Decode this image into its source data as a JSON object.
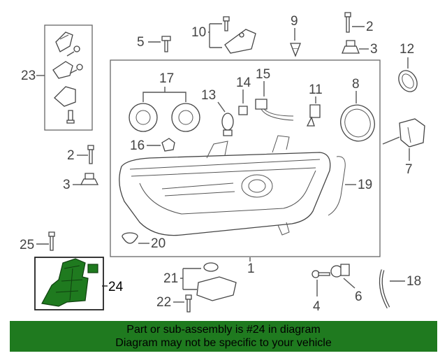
{
  "callouts": {
    "c1": "1",
    "c2a": "2",
    "c2b": "2",
    "c3a": "3",
    "c3b": "3",
    "c4": "4",
    "c5": "5",
    "c6": "6",
    "c7": "7",
    "c8": "8",
    "c9": "9",
    "c10": "10",
    "c11": "11",
    "c12": "12",
    "c13": "13",
    "c14": "14",
    "c15": "15",
    "c16": "16",
    "c17": "17",
    "c18": "18",
    "c19": "19",
    "c20": "20",
    "c21": "21",
    "c22": "22",
    "c23": "23",
    "c24": "24",
    "c25": "25"
  },
  "highlight_color": "#1f7a1f",
  "banner": {
    "line1": "Part or sub-assembly is #24 in diagram",
    "line2": "Diagram may not be specific to your vehicle",
    "background": "#1f7a1f"
  }
}
